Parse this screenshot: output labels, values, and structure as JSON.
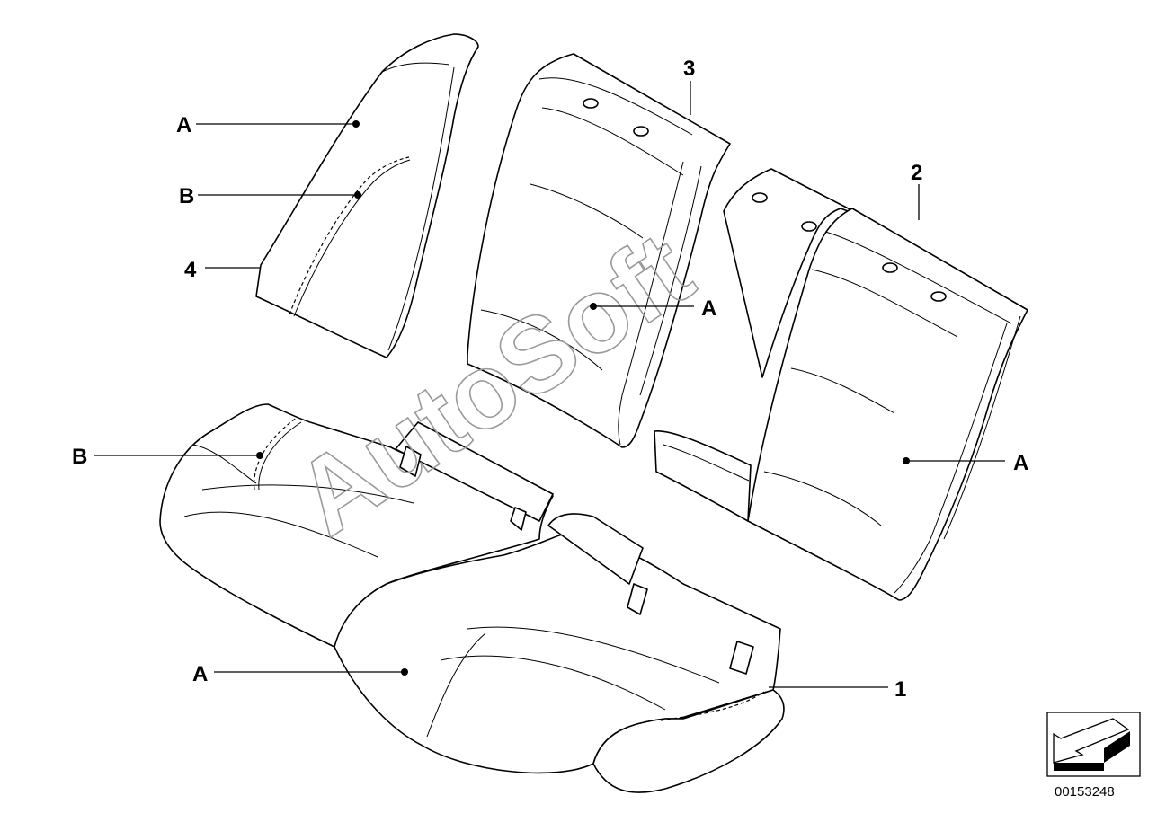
{
  "diagram": {
    "callouts": [
      {
        "id": "A-headrest",
        "text": "A"
      },
      {
        "id": "B-headrest",
        "text": "B"
      },
      {
        "id": "4",
        "text": "4"
      },
      {
        "id": "3",
        "text": "3"
      },
      {
        "id": "A-backrest-left",
        "text": "A"
      },
      {
        "id": "2",
        "text": "2"
      },
      {
        "id": "A-backrest-right",
        "text": "A"
      },
      {
        "id": "B-cushion",
        "text": "B"
      },
      {
        "id": "A-cushion",
        "text": "A"
      },
      {
        "id": "1",
        "text": "1"
      }
    ],
    "watermark": "AutoSoft",
    "reference_number": "00153248",
    "icon": "view-direction-arrow-icon"
  }
}
